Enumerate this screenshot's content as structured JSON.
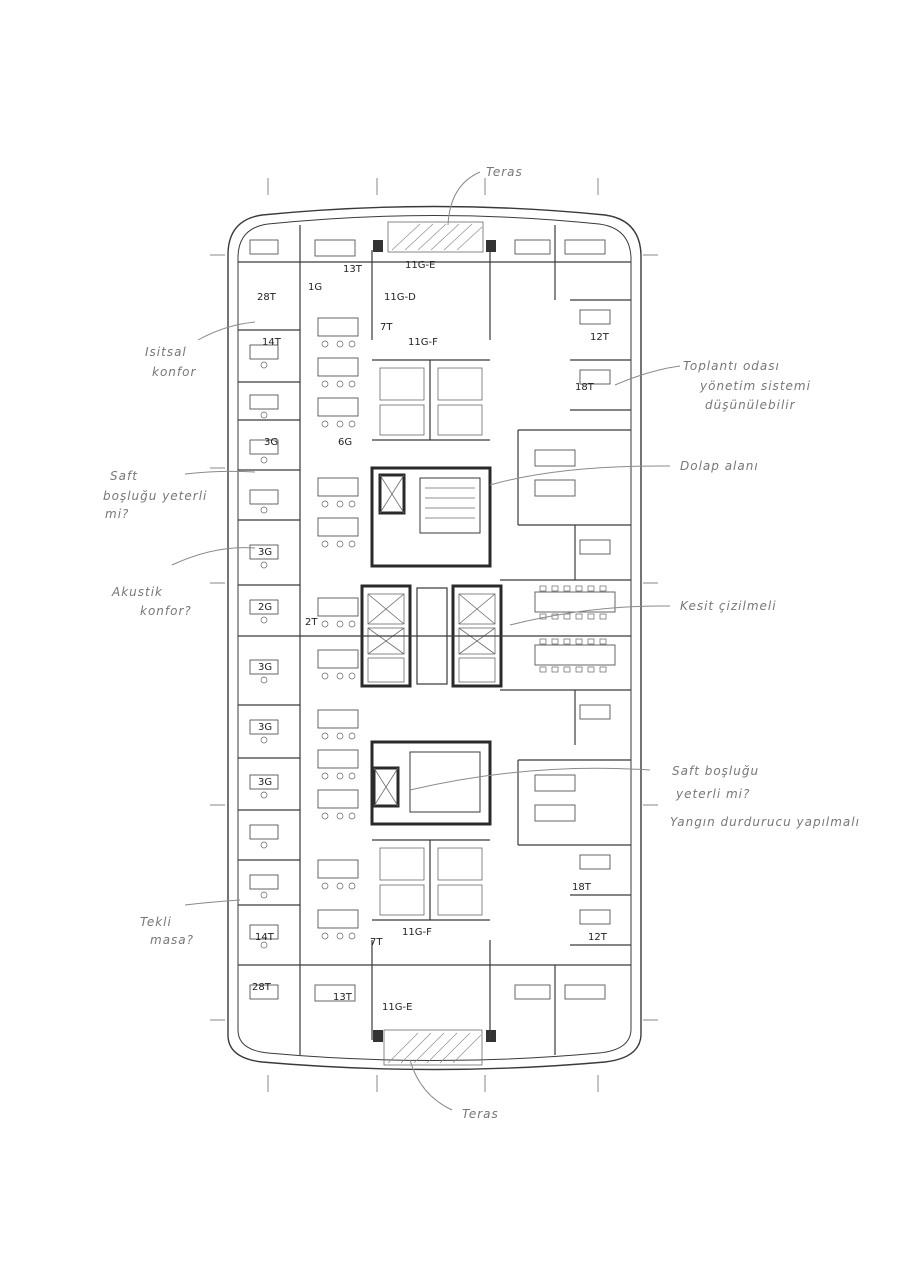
{
  "room_labels": {
    "nw_28T": "28T",
    "nw_1G": "1G",
    "nw_13T": "13T",
    "n_11GE": "11G-E",
    "n_11GD": "11G-D",
    "n_7T": "7T",
    "n_11GF": "11G-F",
    "w_14T": "14T",
    "w_3G_a": "3G",
    "w_6G": "6G",
    "w_3G_b": "3G",
    "w_2G": "2G",
    "w_2T": "2T",
    "w_3G_c": "3G",
    "w_3G_d": "3G",
    "w_3G_e": "3G",
    "e_12T": "12T",
    "e_18T_a": "18T",
    "e_18T_b": "18T",
    "e_12T_b": "12T",
    "sw_14T": "14T",
    "sw_28T": "28T",
    "s_13T": "13T",
    "s_11GF": "11G-F",
    "s_7T": "7T",
    "s_11GE": "11G-E"
  },
  "notes": {
    "teras_top": "Teras",
    "isitsal": "Isitsal",
    "konfor_1": "konfor",
    "toplanti_1": "Toplantı odası",
    "toplanti_2": "yönetim sistemi",
    "toplanti_3": "düşünülebilir",
    "dolap": "Dolap alanı",
    "saft_a1": "Saft",
    "saft_a2": "boşluğu yeterli",
    "saft_a3": "mi?",
    "akustik_1": "Akustik",
    "akustik_2": "konfor?",
    "kesit": "Kesit çizilmeli",
    "saft_b1": "Saft boşluğu",
    "saft_b2": "yeterli mi?",
    "saft_b3": "Yangın durdurucu yapılmalı",
    "tekli_1": "Tekli",
    "tekli_2": "masa?",
    "teras_bottom": "Teras"
  }
}
